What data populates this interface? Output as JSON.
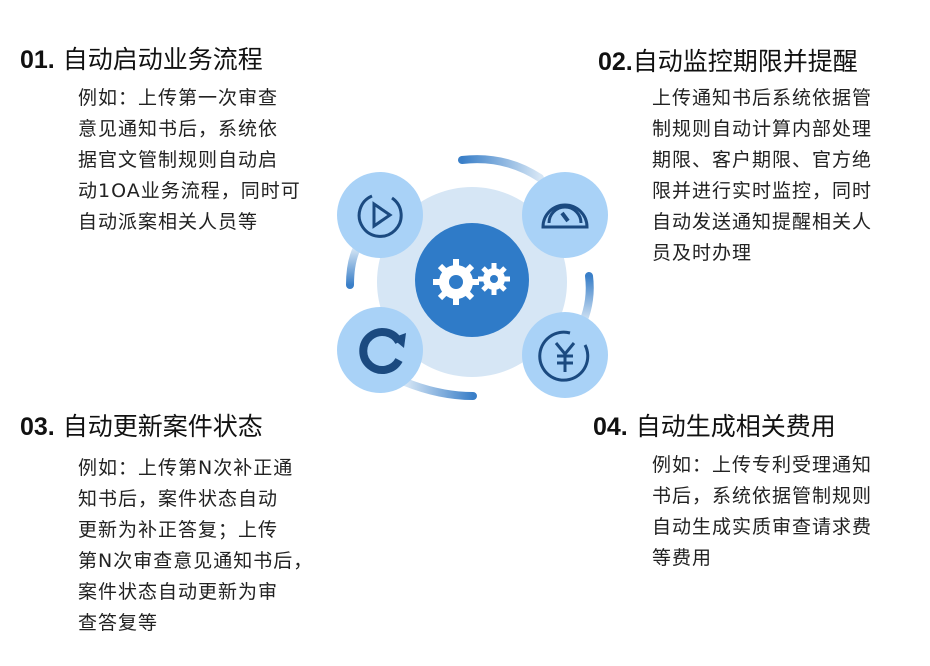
{
  "sections": [
    {
      "num": "01.",
      "title": "自动启动业务流程",
      "lines": [
        "例如：上传第一次审查",
        "意见通知书后，系统依",
        "据官文管制规则自动启",
        "动1OA业务流程，同时可",
        "自动派案相关人员等"
      ]
    },
    {
      "num": "02.",
      "title": "自动监控期限并提醒",
      "lines": [
        "上传通知书后系统依据管",
        "制规则自动计算内部处理",
        "期限、客户期限、官方绝",
        "限并进行实时监控，同时",
        "自动发送通知提醒相关人",
        "员及时办理"
      ]
    },
    {
      "num": "03.",
      "title": "自动更新案件状态",
      "lines": [
        "例如：上传第N次补正通",
        "知书后，案件状态自动",
        "更新为补正答复；上传",
        "第N次审查意见通知书后，",
        "案件状态自动更新为审",
        "查答复等"
      ]
    },
    {
      "num": "04.",
      "title": "自动生成相关费用",
      "lines": [
        "例如：上传专利受理通知",
        "书后，系统依据管制规则",
        "自动生成实质审查请求费",
        "等费用"
      ]
    }
  ],
  "icons": [
    "gears-icon",
    "play-icon",
    "gauge-icon",
    "refresh-icon",
    "yen-icon"
  ],
  "colors": {
    "primary": "#2f7bc8",
    "light": "#a9d2f7",
    "pale": "#d6e6f5",
    "icon": "#1b4a80"
  }
}
